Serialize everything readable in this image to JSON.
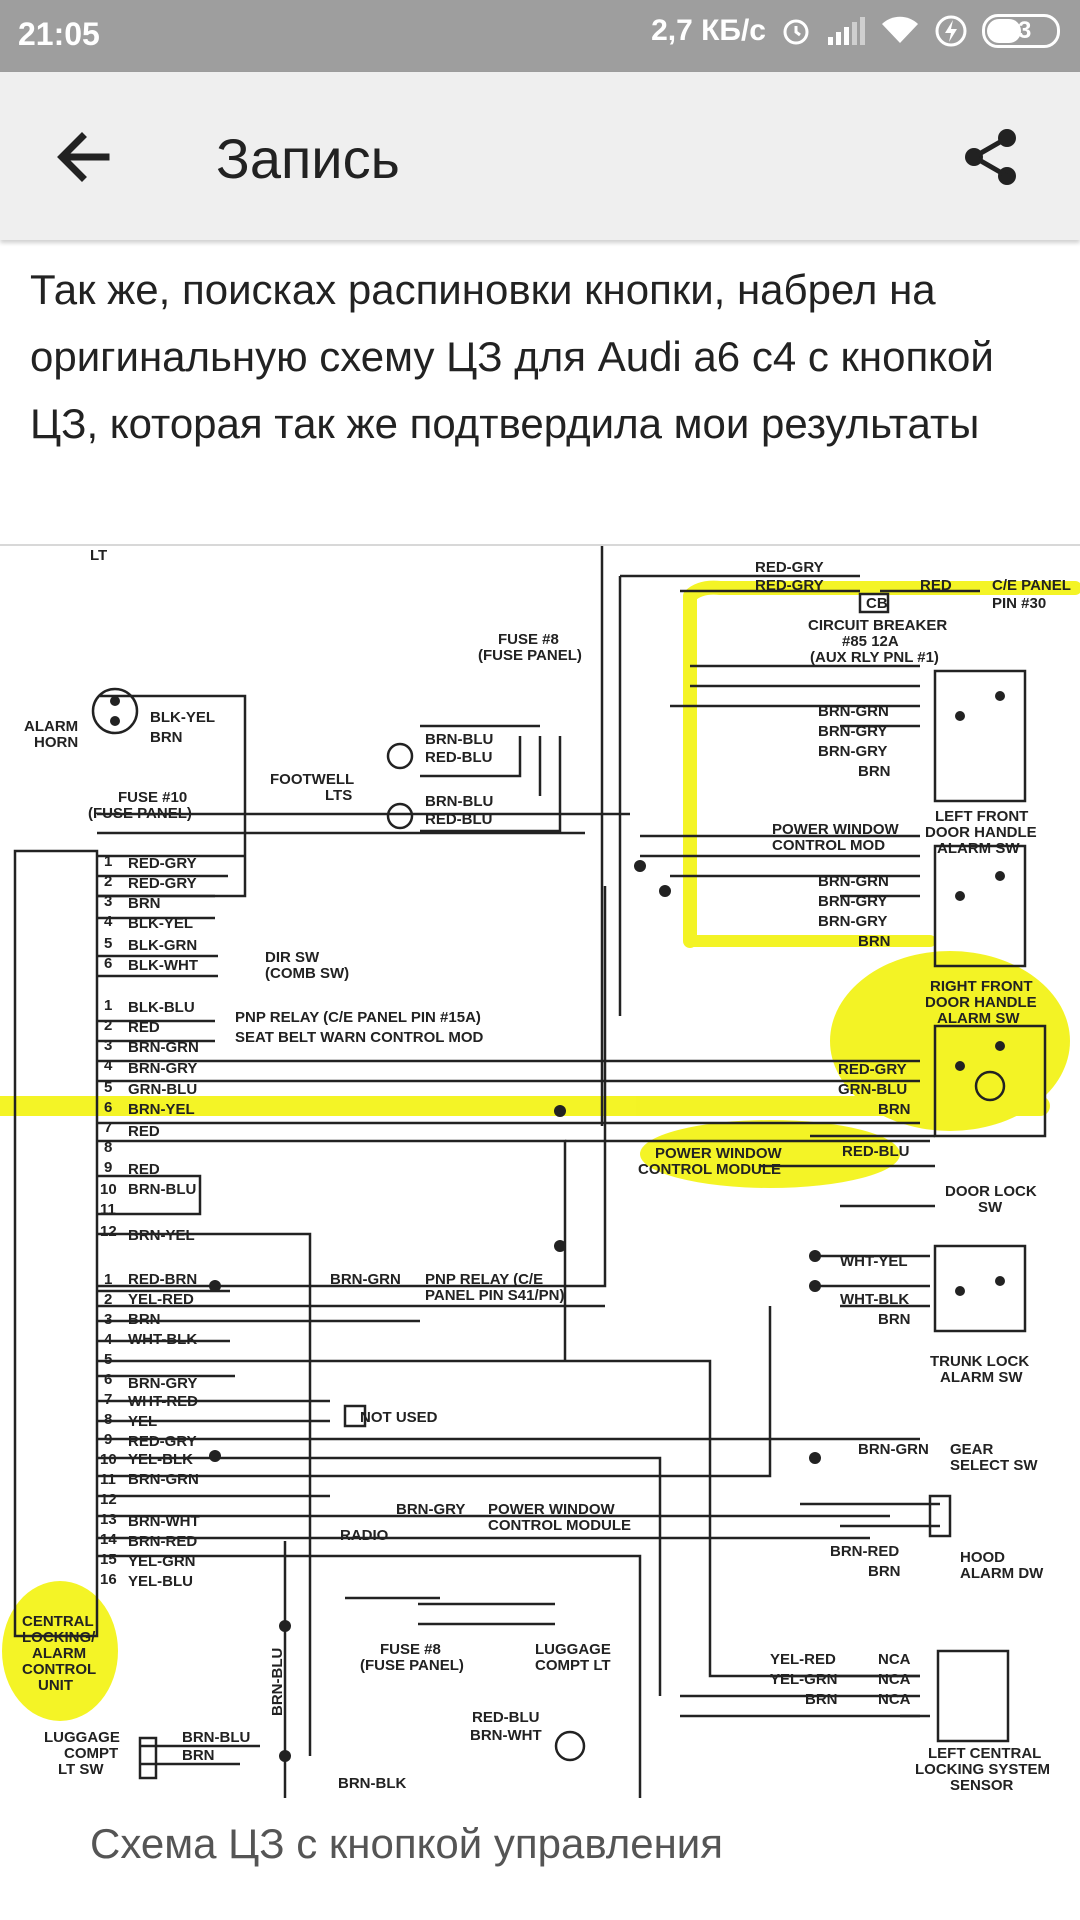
{
  "status_bar": {
    "time": "21:05",
    "net_speed": "2,7 КБ/с",
    "battery": "43",
    "icons": [
      "alarm-icon",
      "signal-icon",
      "wifi-icon",
      "charging-icon",
      "battery-icon"
    ]
  },
  "app_bar": {
    "title": "Запись",
    "back_icon": "arrow-left-icon",
    "share_icon": "share-icon"
  },
  "post": {
    "text": "Так же, поисках распиновки кнопки, набрел на оригинальную схему ЦЗ для Audi a6 c4 с кнопкой ЦЗ, которая так же подтвердила мои результаты"
  },
  "schematic": {
    "highlight_color": "#f5f500",
    "labels": {
      "lt": "LT",
      "red_gry_top": "RED-GRY",
      "red_gry_top2": "RED-GRY",
      "cb": "CB",
      "red": "RED",
      "ce_panel": "C/E PANEL",
      "pin30": "PIN #30",
      "cb_title1": "CIRCUIT BREAKER",
      "cb_title2": "#85 12A",
      "cb_title3": "(AUX RLY PNL #1)",
      "fuse8_1": "FUSE #8",
      "fuse8_2": "(FUSE PANEL)",
      "alarm_horn1": "ALARM",
      "alarm_horn2": "HORN",
      "blk_yel": "BLK-YEL",
      "brn": "BRN",
      "fuse10_1": "FUSE #10",
      "fuse10_2": "(FUSE PANEL)",
      "footwell1": "FOOTWELL",
      "footwell2": "LTS",
      "brn_blu": "BRN-BLU",
      "red_blu": "RED-BLU",
      "brn_grn": "BRN-GRN",
      "brn_gry": "BRN-GRY",
      "pw_ctrl1": "POWER WINDOW",
      "pw_ctrl2": "CONTROL MOD",
      "lf_door1": "LEFT FRONT",
      "lf_door2": "DOOR HANDLE",
      "lf_door3": "ALARM SW",
      "rf_door1": "RIGHT FRONT",
      "rf_door2": "DOOR HANDLE",
      "rf_door3": "ALARM SW",
      "dir_sw1": "DIR SW",
      "dir_sw2": "(COMB SW)",
      "blk_grn": "BLK-GRN",
      "blk_wht": "BLK-WHT",
      "blk_blu": "BLK-BLU",
      "pnp_relay": "PNP RELAY (C/E PANEL PIN #15A)",
      "seat_belt": "SEAT BELT WARN CONTROL MOD",
      "grn_blu": "GRN-BLU",
      "brn_yel": "BRN-YEL",
      "red_wire": "RED",
      "pwcm1": "POWER WINDOW",
      "pwcm2": "CONTROL MODULE",
      "door_lock1": "DOOR LOCK",
      "door_lock2": "SW",
      "red_brn": "RED-BRN",
      "yel_red": "YEL-RED",
      "wht_blk": "WHT-BLK",
      "pnp_relay2a": "PNP RELAY (C/E",
      "pnp_relay2b": "PANEL PIN S41/PN)",
      "wht_yel": "WHT-YEL",
      "trunk1": "TRUNK LOCK",
      "trunk2": "ALARM SW",
      "wht_red": "WHT-RED",
      "yel": "YEL",
      "not_used": "NOT USED",
      "yel_blk": "YEL-BLK",
      "gear1": "GEAR",
      "gear2": "SELECT SW",
      "brn_wht": "BRN-WHT",
      "radio": "RADIO",
      "brn_red": "BRN-RED",
      "yel_grn": "YEL-GRN",
      "yel_blu": "YEL-BLU",
      "hood1": "HOOD",
      "hood2": "ALARM DW",
      "pwcm3": "POWER WINDOW",
      "pwcm4": "CONTROL MODULE",
      "central1": "CENTRAL",
      "central2": "LOCKING/",
      "central3": "ALARM",
      "central4": "CONTROL",
      "central5": "UNIT",
      "luggage_lt1": "LUGGAGE",
      "luggage_lt2": "COMPT LT",
      "luggage_sw1": "LUGGAGE",
      "luggage_sw2": "COMPT",
      "luggage_sw3": "LT SW",
      "nca": "NCA",
      "lcl1": "LEFT CENTRAL",
      "lcl2": "LOCKING SYSTEM",
      "lcl3": "SENSOR",
      "brn_blk": "BRN-BLK"
    }
  },
  "caption": "Схема ЦЗ с кнопкой управления"
}
